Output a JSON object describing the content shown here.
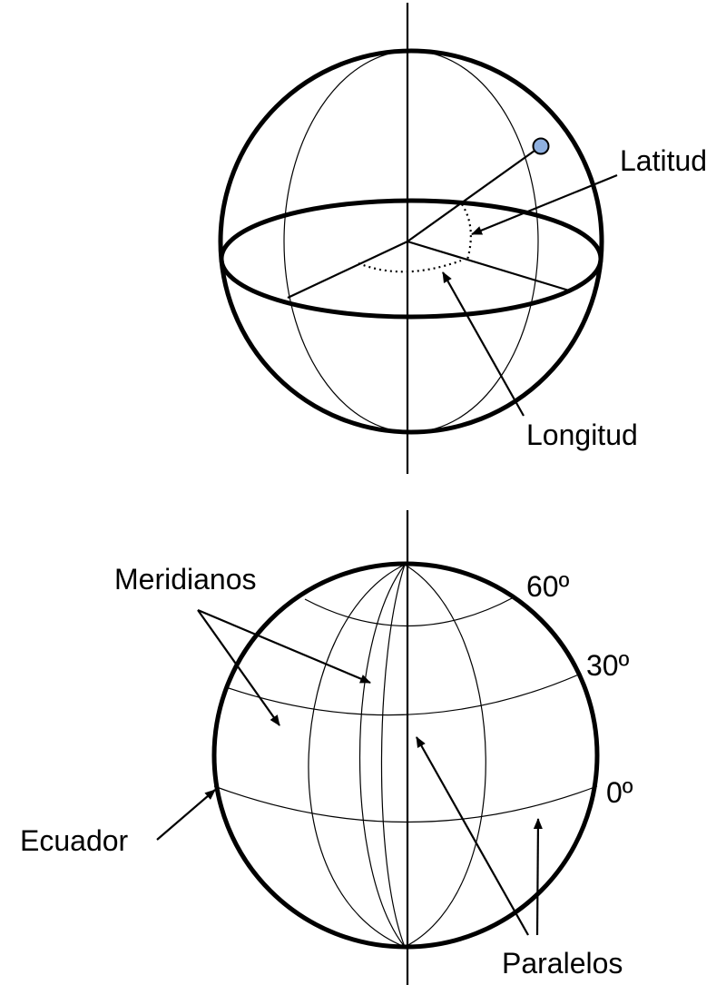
{
  "labels": {
    "latitude": "Latitud",
    "longitude": "Longitud",
    "meridians": "Meridianos",
    "parallel_60": "60º",
    "parallel_30": "30º",
    "parallel_0": "0º",
    "equator": "Ecuador",
    "parallels": "Paralelos"
  },
  "colors": {
    "stroke": "#000000",
    "point_fill": "#8fb0e0",
    "background": "#ffffff"
  }
}
